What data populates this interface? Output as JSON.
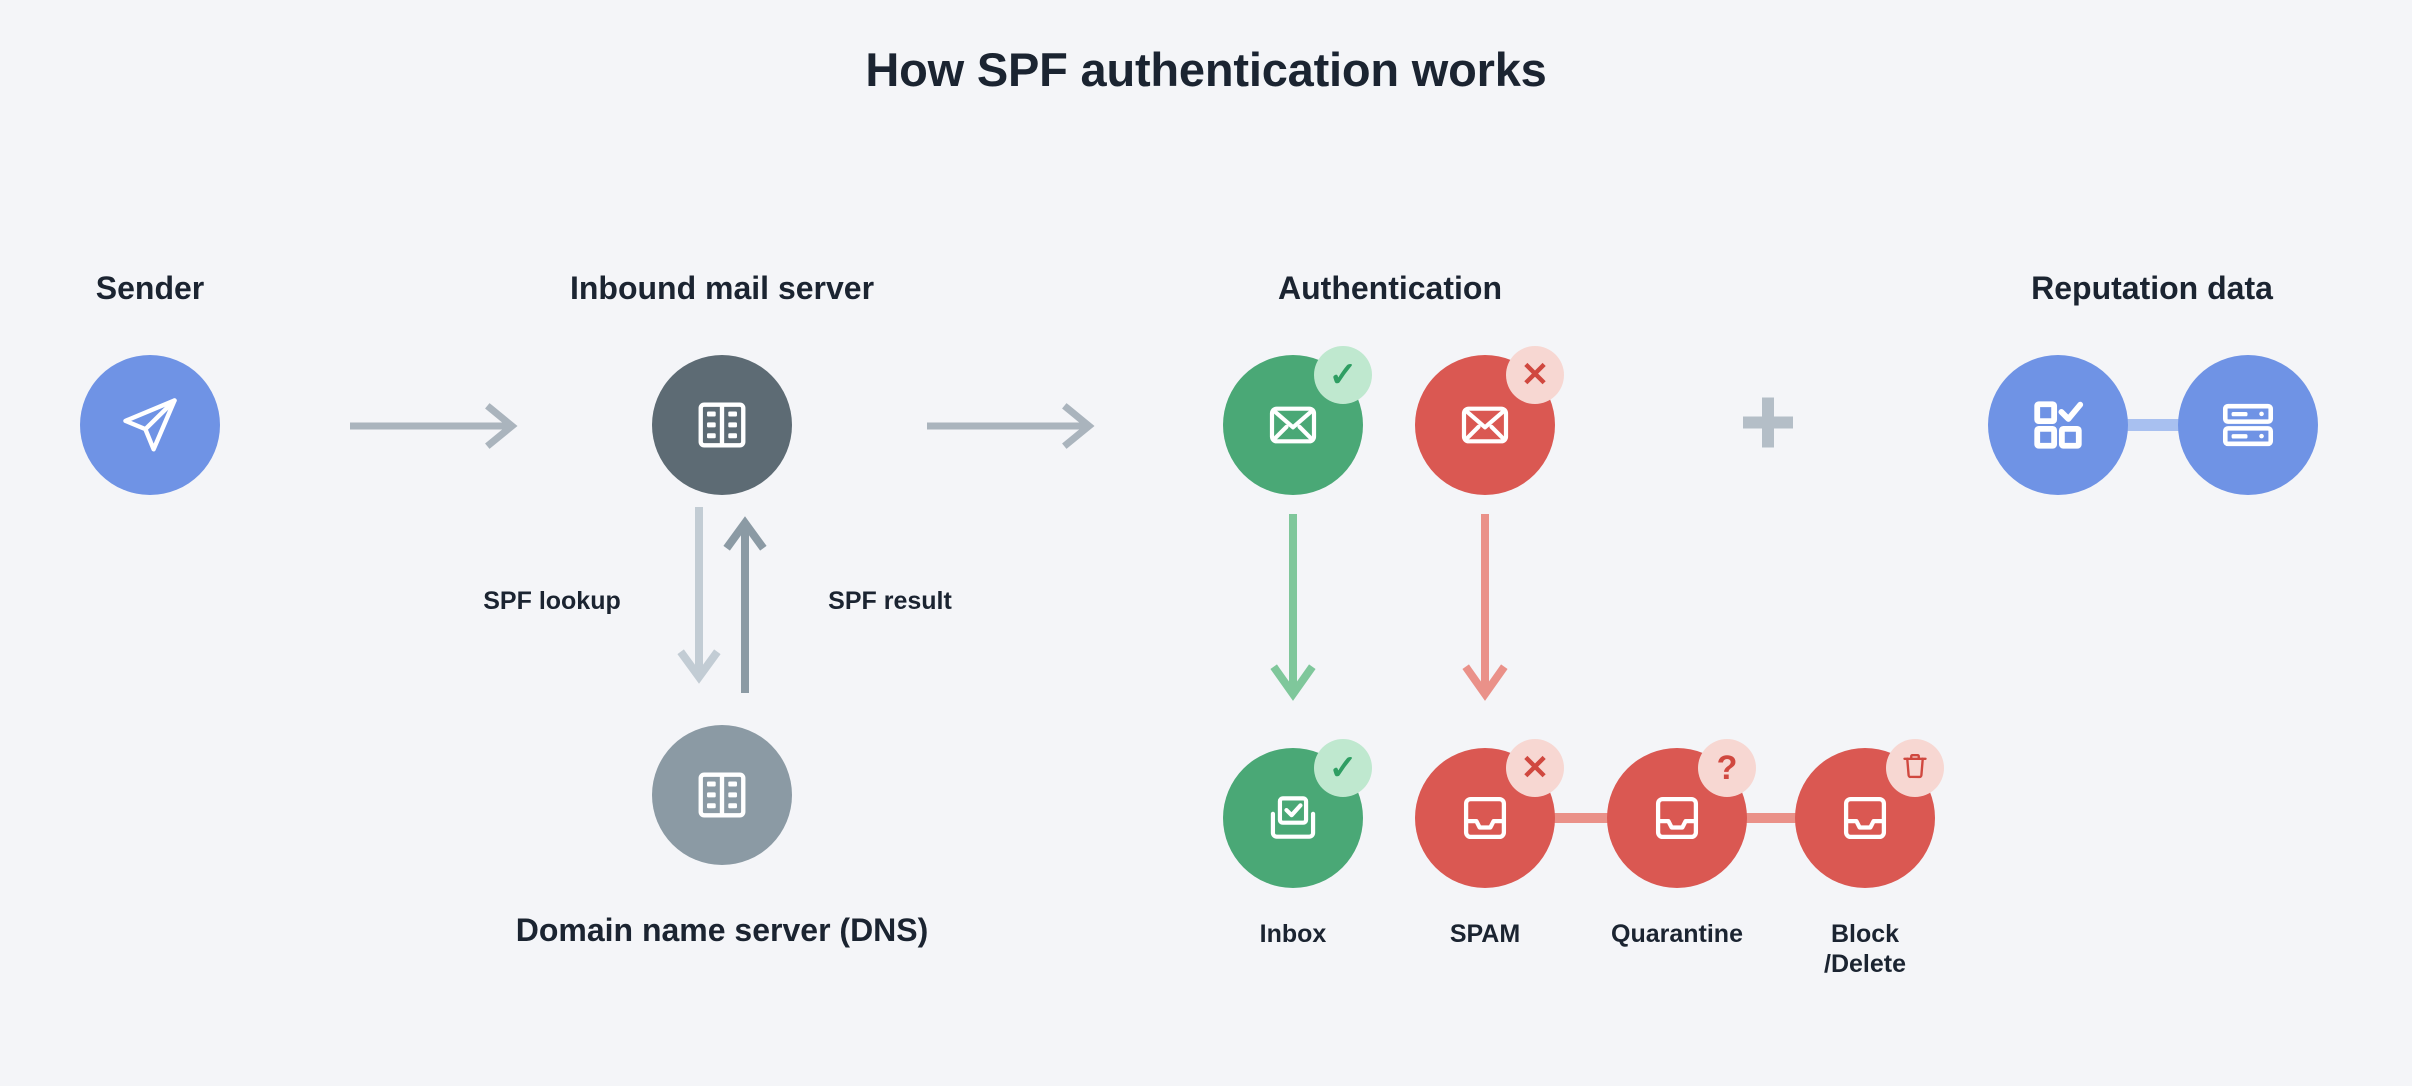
{
  "page": {
    "title": "How SPF authentication works",
    "background_color": "#f4f5f8",
    "text_color": "#1b2431"
  },
  "colors": {
    "blue": "#6f93e5",
    "blue_connector": "#a8c0f0",
    "slate_dark": "#5d6b74",
    "slate_light": "#8b9aa4",
    "green": "#4aa876",
    "green_light": "#bfe8cf",
    "green_arrow": "#7fc79b",
    "red": "#da5852",
    "red_light": "#f7d7d2",
    "red_arrow": "#ea9189",
    "gray_arrow": "#aab4bd",
    "gray_arrow_dark": "#8b9aa4"
  },
  "columns": [
    {
      "id": "sender",
      "heading": "Sender"
    },
    {
      "id": "inbound-mail-server",
      "heading": "Inbound mail server"
    },
    {
      "id": "authentication",
      "heading": "Authentication"
    },
    {
      "id": "reputation-data",
      "heading": "Reputation data"
    }
  ],
  "nodes": {
    "sender": {
      "icon": "send-icon",
      "color": "blue"
    },
    "inbound_mail_server": {
      "icon": "server-icon",
      "color": "slate_dark"
    },
    "dns_server": {
      "icon": "server-icon",
      "color": "slate_light",
      "label": "Domain name server (DNS)"
    },
    "auth_pass": {
      "icon": "envelope-icon",
      "color": "green",
      "badge": "check"
    },
    "auth_fail": {
      "icon": "envelope-icon",
      "color": "red",
      "badge": "cross"
    },
    "reputation_checklist": {
      "icon": "checklist-grid-icon",
      "color": "blue"
    },
    "reputation_server": {
      "icon": "rack-server-icon",
      "color": "blue"
    }
  },
  "edges": {
    "spf_lookup_label": "SPF lookup",
    "spf_result_label": "SPF result",
    "plus_symbol": "+"
  },
  "outcomes": [
    {
      "id": "inbox",
      "label": "Inbox",
      "color": "green",
      "badge": "check",
      "icon": "inbox-check-icon"
    },
    {
      "id": "spam",
      "label": "SPAM",
      "color": "red",
      "badge": "cross",
      "icon": "inbox-icon"
    },
    {
      "id": "quarantine",
      "label": "Quarantine",
      "color": "red",
      "badge": "question",
      "icon": "inbox-icon"
    },
    {
      "id": "block",
      "label_line1": "Block",
      "label_line2": "/Delete",
      "color": "red",
      "badge": "trash",
      "icon": "inbox-icon"
    }
  ],
  "badges": {
    "check": "✓",
    "cross": "✕",
    "question": "?",
    "trash": "trash-icon"
  }
}
